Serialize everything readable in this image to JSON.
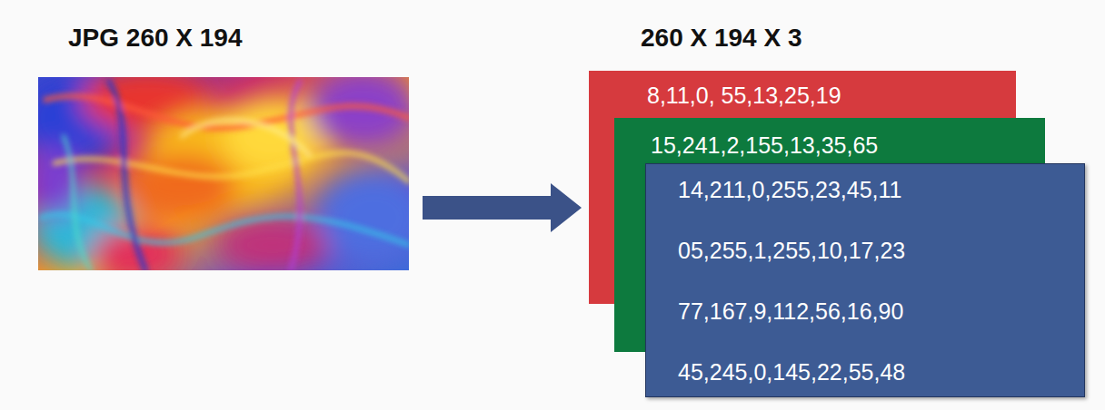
{
  "diagram": {
    "nodes": [
      {
        "text": [
          "8,11,0, 55,13,25,19"
        ]
      },
      {
        "text": [
          "15,241,2,155,13,35,65"
        ]
      },
      {
        "text": [
          "14,211,0,255,23,45,11",
          "05,255,1,255,10,17,23",
          "77,167,9,112,56,16,90",
          "45,245,0,145,22,55,48"
        ]
      }
    ],
    "labels": [
      "JPG 260 X 194",
      "260 X 194 X 3"
    ]
  }
}
